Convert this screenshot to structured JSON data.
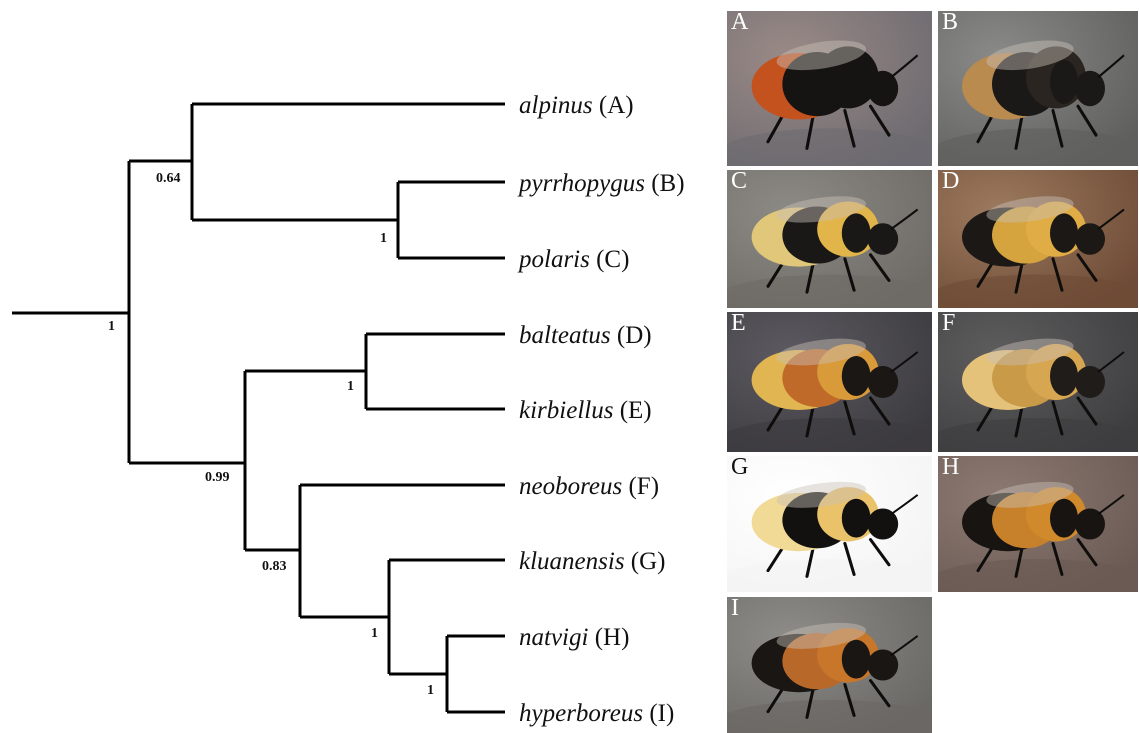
{
  "tree": {
    "taxa": [
      {
        "name": "alpinus",
        "code": "(A)"
      },
      {
        "name": "pyrrhopygus",
        "code": "(B)"
      },
      {
        "name": "polaris",
        "code": "(C)"
      },
      {
        "name": "balteatus",
        "code": "(D)"
      },
      {
        "name": "kirbiellus",
        "code": "(E)"
      },
      {
        "name": "neoboreus",
        "code": "(F)"
      },
      {
        "name": "kluanensis",
        "code": "(G)"
      },
      {
        "name": "natvigi",
        "code": "(H)"
      },
      {
        "name": "hyperboreus",
        "code": "(I)"
      }
    ],
    "support_values": {
      "root": "1",
      "a_bc": "0.64",
      "b_c": "1",
      "d_e": "1",
      "lower_clade": "0.99",
      "f_ghi": "0.83",
      "g_hi": "1",
      "h_i": "1"
    }
  },
  "photos": [
    {
      "label": "A",
      "theme": "red-tail bee on pink granite",
      "colors": {
        "bg1": "#9a8a86",
        "bg2": "#6d6a70",
        "body": "#151413",
        "band1": "#151413",
        "band2": "#151413",
        "tail": "#c4521f"
      }
    },
    {
      "label": "B",
      "theme": "dark bee with tan tail on grey rock",
      "colors": {
        "bg1": "#8a8a88",
        "bg2": "#5f5f5e",
        "body": "#1b1917",
        "band1": "#2a2520",
        "band2": "#1b1917",
        "tail": "#b98b4f"
      }
    },
    {
      "label": "C",
      "theme": "yellow-banded bee on grey rock",
      "colors": {
        "bg1": "#8c8a84",
        "bg2": "#6e6b66",
        "body": "#1a1816",
        "band1": "#e2b54a",
        "band2": "#1a1816",
        "tail": "#e0c77a"
      }
    },
    {
      "label": "D",
      "theme": "yellow bee on brown wood",
      "colors": {
        "bg1": "#9c7a5e",
        "bg2": "#6e4b36",
        "body": "#1c1815",
        "band1": "#e0ac45",
        "band2": "#d6a43f",
        "tail": "#1c1815"
      }
    },
    {
      "label": "E",
      "theme": "orange-yellow bee on dark rock",
      "colors": {
        "bg1": "#5c5a60",
        "bg2": "#3c3b40",
        "body": "#1a1715",
        "band1": "#d99a3a",
        "band2": "#c06a2a",
        "tail": "#e0b552"
      }
    },
    {
      "label": "F",
      "theme": "pale yellow bee on dark rock",
      "colors": {
        "bg1": "#5e5d5e",
        "bg2": "#3e3d3f",
        "body": "#1f1c19",
        "band1": "#d7a650",
        "band2": "#c99a48",
        "tail": "#e4c27a"
      }
    },
    {
      "label": "G",
      "theme": "specimen on white background",
      "colors": {
        "bg1": "#ffffff",
        "bg2": "#f4f4f4",
        "body": "#121110",
        "band1": "#e9c26a",
        "band2": "#121110",
        "tail": "#f1d996"
      }
    },
    {
      "label": "H",
      "theme": "orange bee on reddish rock",
      "colors": {
        "bg1": "#8c7a72",
        "bg2": "#6b5a54",
        "body": "#171412",
        "band1": "#d08a2c",
        "band2": "#c7812a",
        "tail": "#171412"
      }
    },
    {
      "label": "I",
      "theme": "orange bee on rounded stone",
      "colors": {
        "bg1": "#8e8c88",
        "bg2": "#6a6864",
        "body": "#1a1613",
        "band1": "#c7762a",
        "band2": "#b8692a",
        "tail": "#1a1613"
      }
    }
  ]
}
